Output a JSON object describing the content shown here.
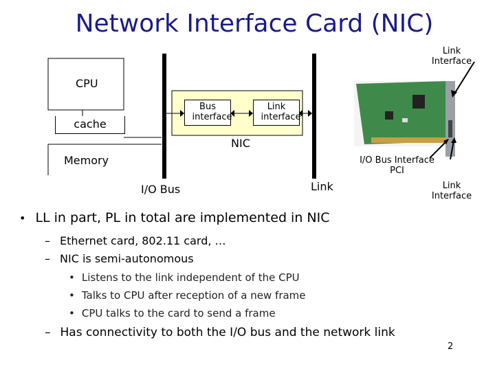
{
  "title": "Network Interface Card (NIC)",
  "diagram": {
    "cpu": "CPU",
    "cache": "cache",
    "memory": "Memory",
    "bus_interface": "Bus interface",
    "link_interface_box": "Link interface",
    "nic": "NIC",
    "io_bus": "I/O Bus",
    "link": "Link",
    "photo_link_interface_top": "Link Interface",
    "photo_io_bus_interface": "I/O Bus Interface",
    "photo_pci": "PCI",
    "photo_link_interface_bottom": "Link Interface"
  },
  "bullets": {
    "b1": "LL in part, PL in total are implemented in NIC",
    "b1_1": "Ethernet card, 802.11 card, …",
    "b1_2": "NIC is semi-autonomous",
    "b1_2_1": "Listens to the link independent of the CPU",
    "b1_2_2": "Talks to CPU after reception of a new frame",
    "b1_2_3": "CPU talks to the card to send a frame",
    "b1_3": "Has connectivity to both the I/O bus and the network link"
  },
  "slide_number": "2"
}
